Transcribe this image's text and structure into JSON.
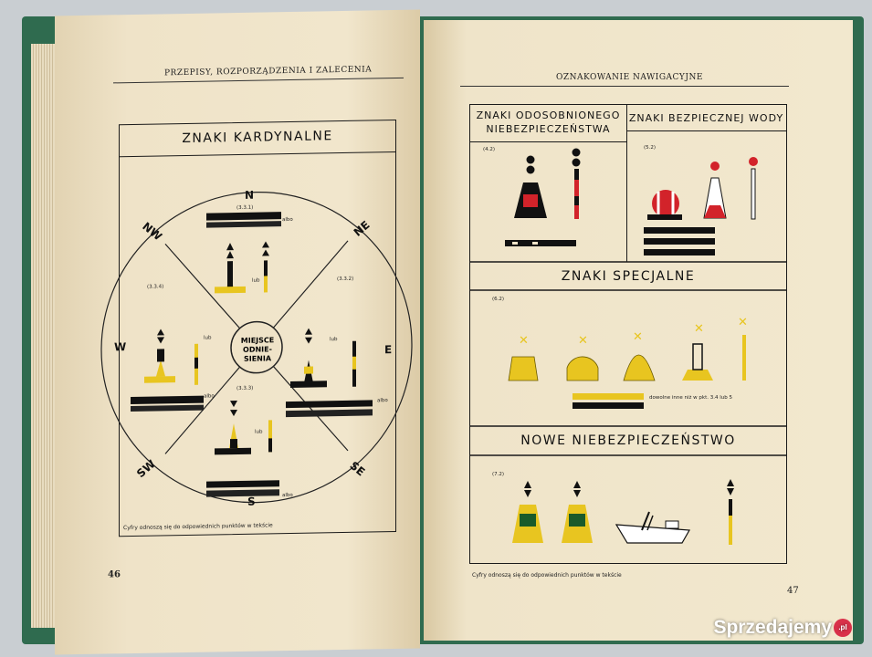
{
  "left_page": {
    "running_head": "PRZEPISY, ROZPORZĄDZENIA I ZALECENIA",
    "panel_title": "ZNAKI KARDYNALNE",
    "compass": {
      "n": "N",
      "ne": "NE",
      "e": "E",
      "se": "SE",
      "s": "S",
      "sw": "SW",
      "w": "W",
      "nw": "NW",
      "center": [
        "MIEJSCE",
        "ODNIE-",
        "SIENIA"
      ]
    },
    "refs": {
      "north": "(3.3.1)",
      "west": "(3.3.4)",
      "east": "(3.3.2)",
      "south": "(3.3.3)"
    },
    "lub": "lub",
    "albo": "albo",
    "caption": "Cyfry odnoszą się do odpowiednich punktów w tekście",
    "page_number": "46"
  },
  "right_page": {
    "running_head": "OZNAKOWANIE NAWIGACYJNE",
    "isolated": {
      "title1": "ZNAKI ODOSOBNIONEGO",
      "title2": "NIEBEZPIECZEŃSTWA",
      "ref": "(4.2)"
    },
    "safe_water": {
      "title": "ZNAKI BEZPIECZNEJ WODY",
      "ref": "(5.2)"
    },
    "special": {
      "title": "ZNAKI SPECJALNE",
      "ref": "(6.2)",
      "note": "dowolne inne niż w pkt. 3.4 lub 5"
    },
    "new_danger": {
      "title": "NOWE NIEBEZPIECZEŃSTWO",
      "ref": "(7.2)"
    },
    "caption": "Cyfry odnoszą się do odpowiednich punktów w tekście",
    "page_number": "47"
  },
  "watermark": {
    "text": "Sprzedajemy",
    "badge": ".pl"
  },
  "colors": {
    "yellow": "#e8c520",
    "red": "#d2232a",
    "black": "#111111",
    "paper": "#efe3c8",
    "cover": "#2f6b4f"
  }
}
